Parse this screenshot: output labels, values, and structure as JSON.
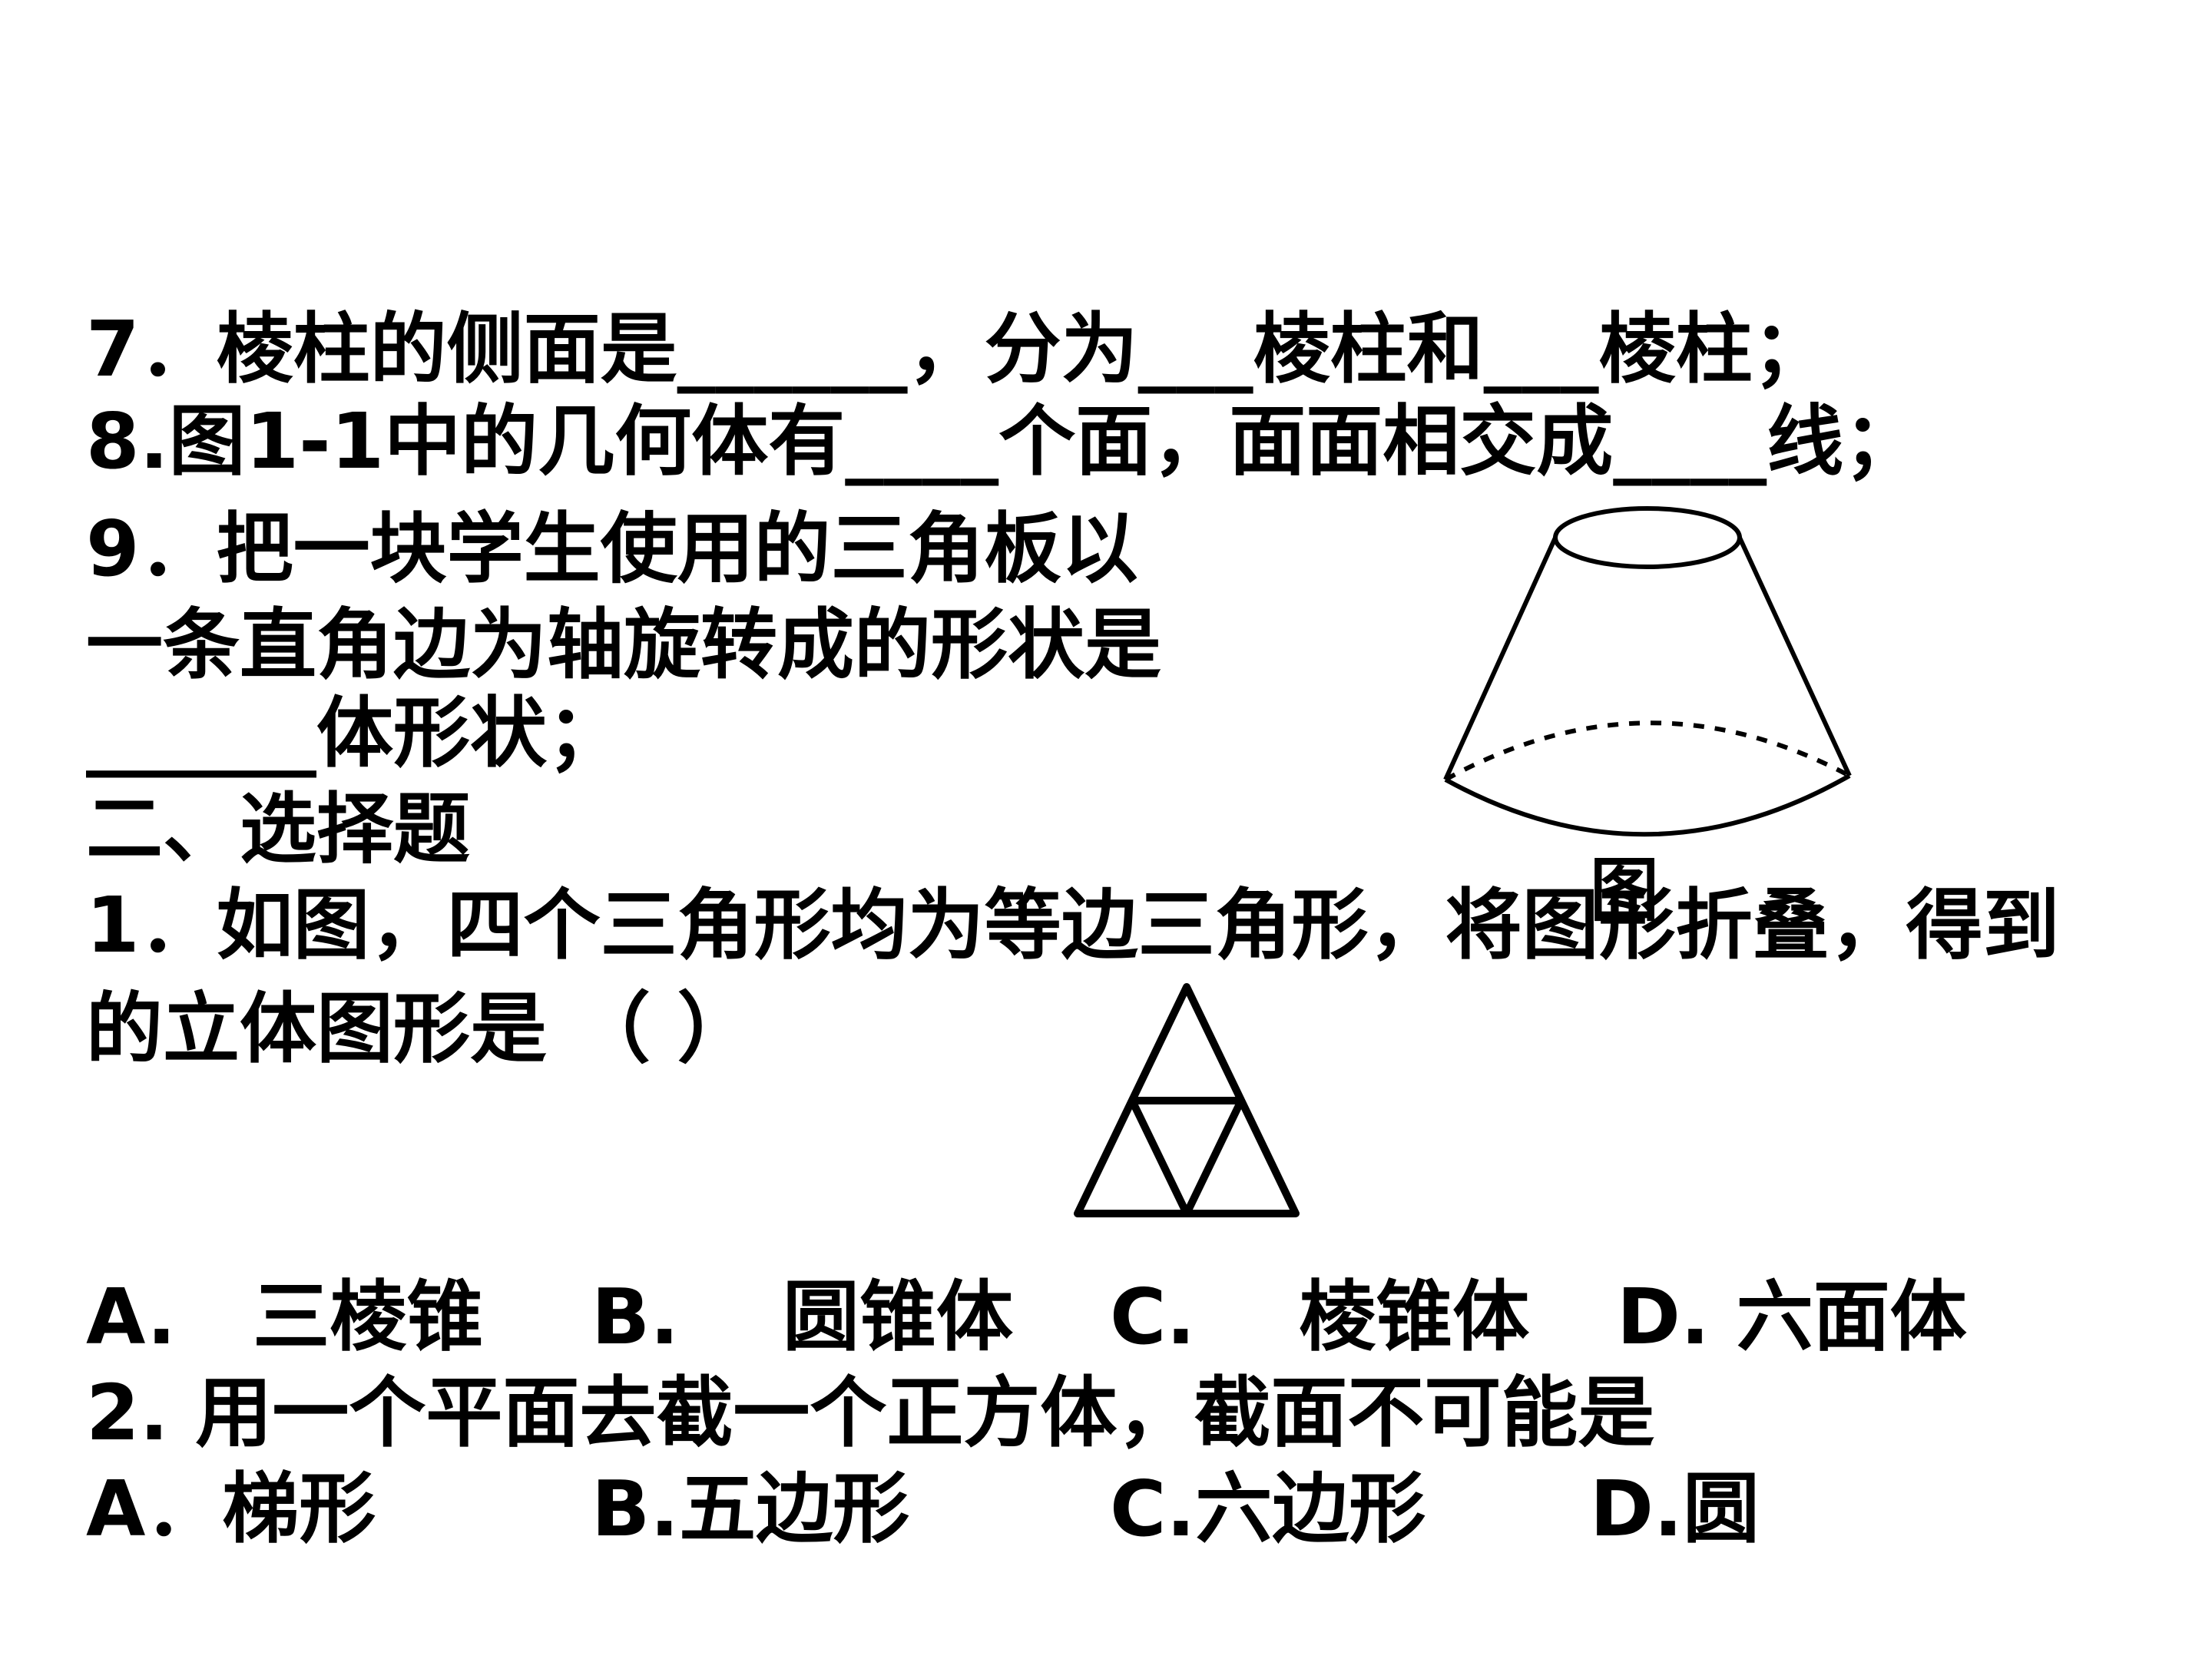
{
  "questions": {
    "q7": "7．棱柱的侧面是______，分为___棱柱和___棱柱；",
    "q8": "8.图1-1中的几何体有____个面，面面相交成____线；",
    "q9_line1": "9．把一块学生使用的三角板以",
    "q9_line2": "一条直角边为轴旋转成的形状是",
    "q9_line3": "______体形状；"
  },
  "section_heading": "二、选择题",
  "choice1": {
    "line1": "1．如图，四个三角形均为等边三角形，将图形折叠，得到",
    "line2": "的立体图形是 （    ）",
    "options": {
      "a": "A.　三棱锥",
      "b": "B.　 圆锥体",
      "c": "C.　 棱锥体",
      "d": "D.  六面体"
    }
  },
  "choice2": {
    "stem": "2. 用一个平面去截一个正方体，截面不可能是",
    "options": {
      "a": "A．梯形",
      "b": "B.五边形",
      "c": "C.六边形",
      "d": "D.圆"
    }
  },
  "figure_caption": "图"
}
